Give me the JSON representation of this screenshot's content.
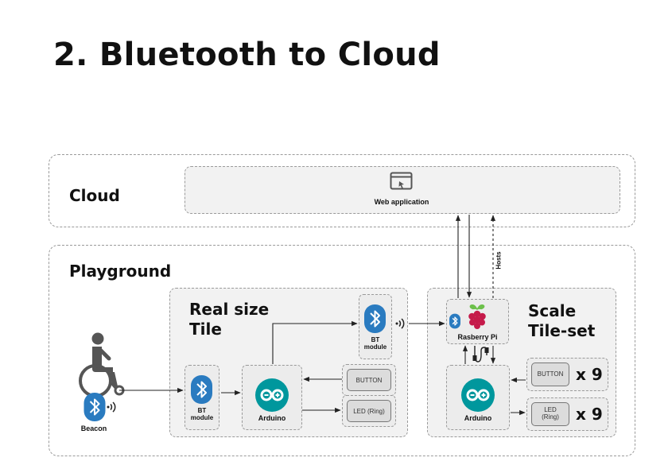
{
  "title": "2. Bluetooth to Cloud",
  "cloud": {
    "label": "Cloud",
    "web_app": "Web application"
  },
  "playground": {
    "label": "Playground"
  },
  "beacon": {
    "label": "Beacon"
  },
  "real_size_tile": {
    "label_line1": "Real size",
    "label_line2": "Tile",
    "bt_module_a": {
      "line1": "BT",
      "line2": "module"
    },
    "bt_module_b": {
      "line1": "BT",
      "line2": "module"
    },
    "arduino": "Arduino",
    "button": "BUTTON",
    "led": "LED (Ring)"
  },
  "scale_tileset": {
    "label_line1": "Scale",
    "label_line2": "Tile-set",
    "raspberry": "Rasberry Pi",
    "arduino": "Arduino",
    "button": "BUTTON",
    "led_line1": "LED",
    "led_line2": "(Ring)",
    "button_count": "x 9",
    "led_count": "x 9"
  },
  "hosts_label": "Hosts",
  "colors": {
    "bluetooth": "#2a7bc0",
    "arduino": "#00979d",
    "raspberry": "#c51a4a",
    "leaf": "#6cc04a"
  }
}
